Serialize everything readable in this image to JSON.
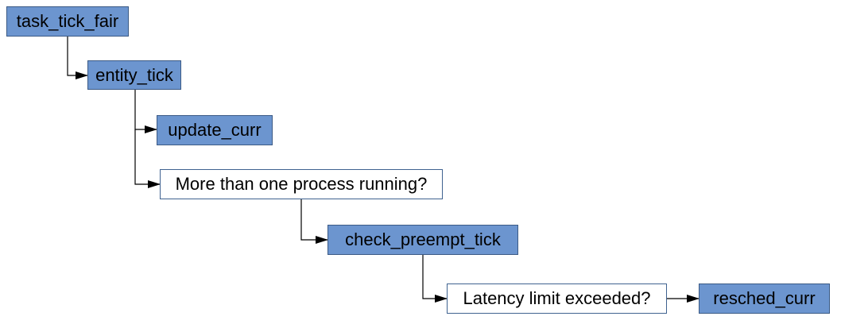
{
  "diagram": {
    "nodes": {
      "task_tick_fair": {
        "label": "task_tick_fair",
        "kind": "function"
      },
      "entity_tick": {
        "label": "entity_tick",
        "kind": "function"
      },
      "update_curr": {
        "label": "update_curr",
        "kind": "function"
      },
      "more_than_one": {
        "label": "More than one process running?",
        "kind": "decision"
      },
      "check_preempt_tick": {
        "label": "check_preempt_tick",
        "kind": "function"
      },
      "latency_limit": {
        "label": "Latency limit exceeded?",
        "kind": "decision"
      },
      "resched_curr": {
        "label": "resched_curr",
        "kind": "function"
      }
    },
    "edges": [
      {
        "from": "task_tick_fair",
        "to": "entity_tick"
      },
      {
        "from": "entity_tick",
        "to": "update_curr"
      },
      {
        "from": "entity_tick",
        "to": "more_than_one"
      },
      {
        "from": "more_than_one",
        "to": "check_preempt_tick"
      },
      {
        "from": "check_preempt_tick",
        "to": "latency_limit"
      },
      {
        "from": "latency_limit",
        "to": "resched_curr"
      }
    ],
    "colors": {
      "function_fill": "#6c95cf",
      "function_border": "#3b5a85",
      "decision_fill": "#ffffff",
      "decision_border": "#3f6290",
      "connector": "#000000"
    }
  }
}
